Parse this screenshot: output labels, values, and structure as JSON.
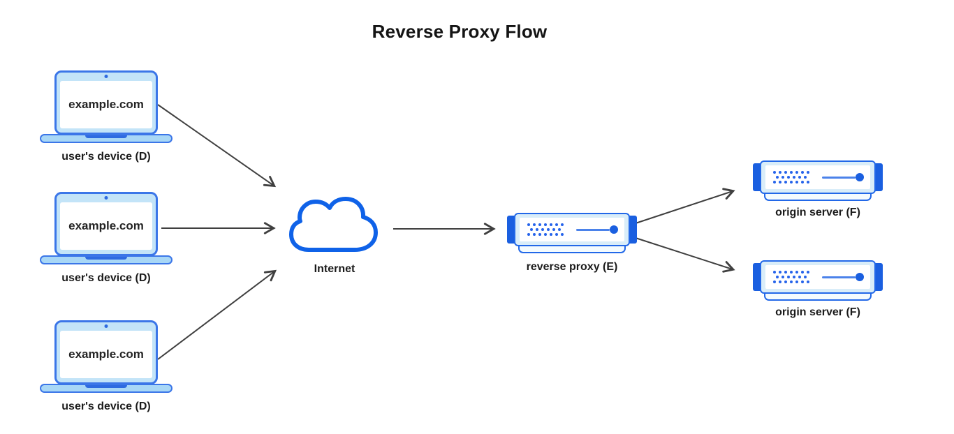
{
  "diagram": {
    "title": "Reverse Proxy Flow",
    "colors": {
      "primary_blue": "#1a5fe0",
      "border_blue": "#2268e8",
      "laptop_border_blue": "#3b76e8",
      "light_blue_fill": "#d9edf9",
      "laptop_bezel_blue": "#c3e4f8",
      "cloud_stroke_blue": "#0f62e8",
      "arrow_gray": "#3f3f3f",
      "label_text": "#1b1b1b",
      "background": "#ffffff"
    },
    "nodes": {
      "devices": [
        {
          "id": "device-1",
          "icon": "laptop-icon",
          "screen_text": "example.com",
          "label": "user's device (D)"
        },
        {
          "id": "device-2",
          "icon": "laptop-icon",
          "screen_text": "example.com",
          "label": "user's device (D)"
        },
        {
          "id": "device-3",
          "icon": "laptop-icon",
          "screen_text": "example.com",
          "label": "user's device (D)"
        }
      ],
      "internet": {
        "id": "internet",
        "icon": "cloud-icon",
        "label": "Internet"
      },
      "reverse_proxy": {
        "id": "reverse-proxy",
        "icon": "server-icon",
        "label": "reverse proxy (E)"
      },
      "origin_servers": [
        {
          "id": "origin-1",
          "icon": "server-icon",
          "label": "origin server (F)"
        },
        {
          "id": "origin-2",
          "icon": "server-icon",
          "label": "origin server (F)"
        }
      ]
    },
    "edges": [
      {
        "from": "device-1",
        "to": "internet"
      },
      {
        "from": "device-2",
        "to": "internet"
      },
      {
        "from": "device-3",
        "to": "internet"
      },
      {
        "from": "internet",
        "to": "reverse-proxy"
      },
      {
        "from": "reverse-proxy",
        "to": "origin-1"
      },
      {
        "from": "reverse-proxy",
        "to": "origin-2"
      }
    ]
  }
}
